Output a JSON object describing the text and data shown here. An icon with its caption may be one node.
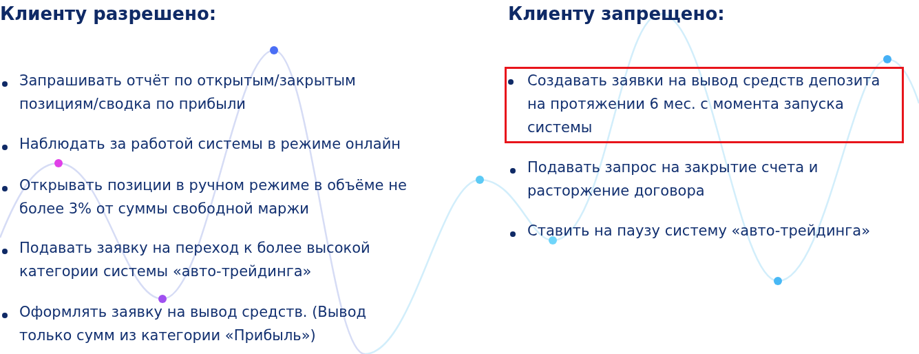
{
  "diagram": {
    "nodes": [
      {
        "text": [
          "Создавать заявки на вывод средств депозита на протяжении 6 мес. с момента запуска системы"
        ]
      }
    ],
    "labels": [
      "Клиенту разрешено:",
      "Запрашивать отчёт по открытым/закрытым позициям/сводка по прибыли",
      "Наблюдать за работой системы в режиме онлайн",
      "Открывать позиции в ручном режиме в объёме не более 3% от суммы свободной маржи",
      "Подавать заявку на переход к более высокой категории системы «авто-трейдинга»",
      "Оформлять заявку на вывод средств. (Вывод только сумм из категории «Прибыль»)",
      "Клиенту запрещено:",
      "Подавать запрос на закрытие счета и расторжение договора",
      "Ставить на паузу систему «авто-трейдинга»"
    ]
  }
}
